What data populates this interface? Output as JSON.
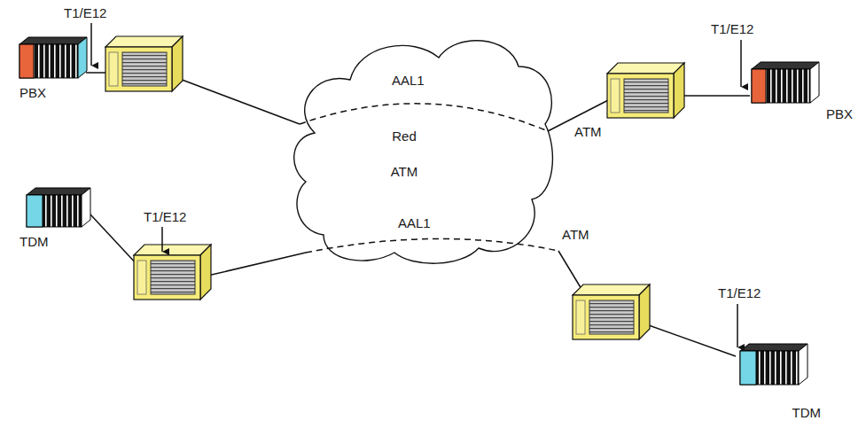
{
  "diagram": {
    "nodes": [
      {
        "text": [
          "PBX"
        ]
      },
      {
        "text": [
          "PBX"
        ]
      },
      {
        "text": [
          "Red ATM"
        ]
      },
      {
        "text": [
          "TDM"
        ]
      },
      {
        "text": [
          "TDM"
        ]
      }
    ],
    "edges": [
      {
        "from": 0,
        "to": 1,
        "arrow": "none",
        "label": "AAL1"
      },
      {
        "from": 3,
        "to": 4,
        "arrow": "none",
        "label": "AAL1"
      }
    ],
    "labels": [
      "T1/E12",
      "T1/E12",
      "ATM",
      "ATM",
      "T1/E12",
      "T1/E12"
    ]
  }
}
